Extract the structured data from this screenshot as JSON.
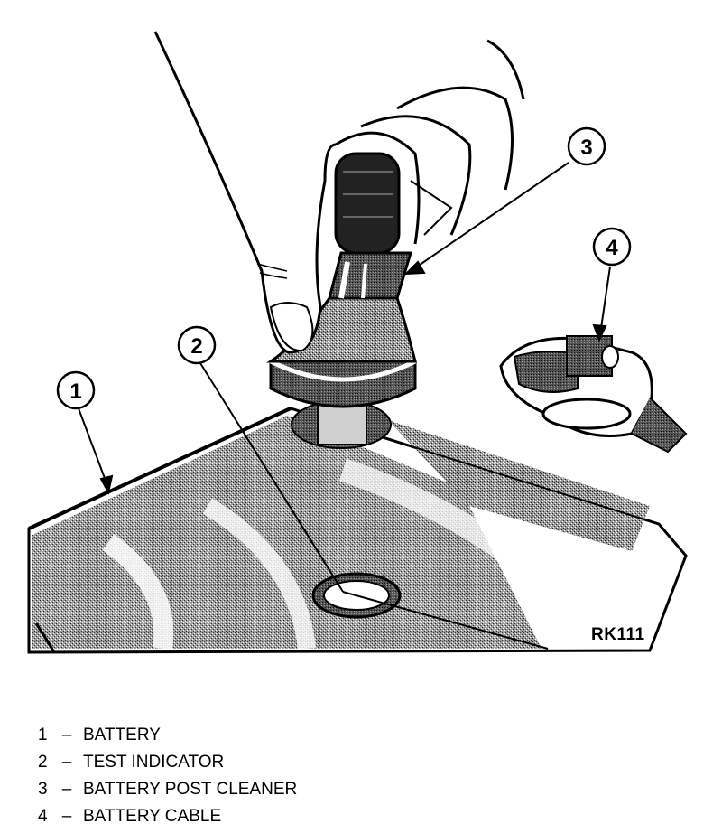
{
  "figure": {
    "code": "RK111"
  },
  "callouts": [
    {
      "number": "1",
      "label": "BATTERY"
    },
    {
      "number": "2",
      "label": "TEST INDICATOR"
    },
    {
      "number": "3",
      "label": "BATTERY POST CLEANER"
    },
    {
      "number": "4",
      "label": "BATTERY CABLE"
    }
  ],
  "legend_separator": "–",
  "colors": {
    "ink": "#000000",
    "paper": "#ffffff",
    "shade": "#7a7a7a"
  }
}
